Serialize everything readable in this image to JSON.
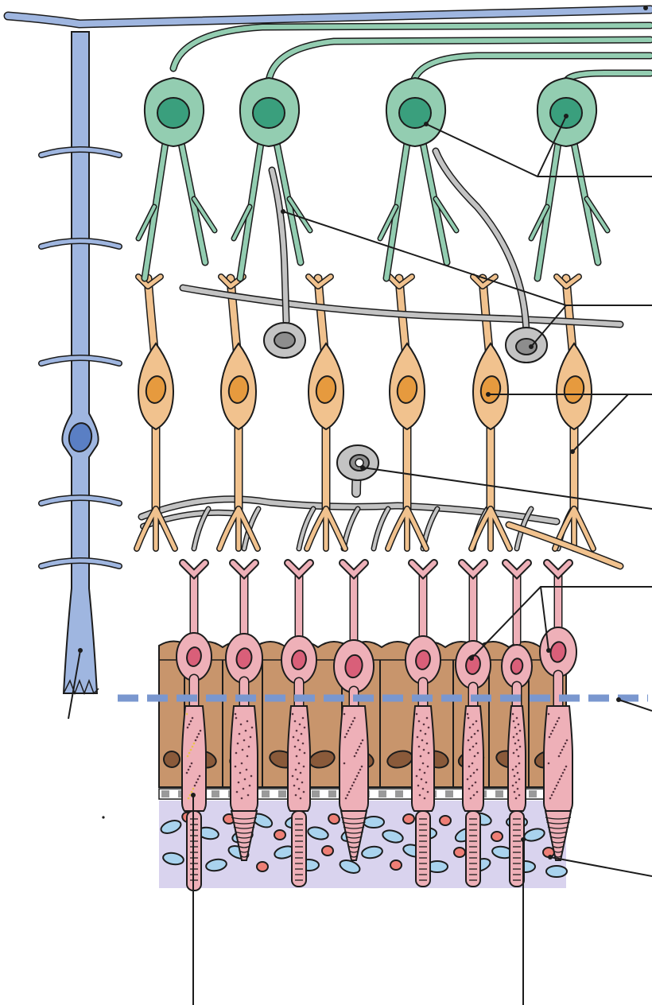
{
  "diagram": {
    "subject": "retina",
    "labels": [],
    "colors": {
      "outline": "#1c1c1c",
      "ganglion_cell": "#93cdb1",
      "ganglion_nucleus": "#3a9f7d",
      "amacrine_cell": "#c3c3c3",
      "amacrine_nucleus": "#8d8d8d",
      "bipolar_cell": "#f1c28e",
      "bipolar_nucleus": "#e69a3e",
      "photoreceptor": "#eeb0b8",
      "photoreceptor_nucleus": "#d95f79",
      "photoreceptor_granules": "#5a3440",
      "muller_cell": "#9fb6e0",
      "muller_nucleus": "#5a7fc4",
      "limiting_membrane": "#7a97cf",
      "pigment_epithelium": "#c8956c",
      "pigment_nucleus": "#8a5a3a",
      "bruch_membrane_dark": "#9a9a9a",
      "bruch_membrane_light": "#ffffff",
      "choroid": "#d9d3ee",
      "blood_cell_red": "#ee7f76",
      "blood_cell_blue": "#a9d3ee"
    },
    "counts": {
      "ganglion_cells": 4,
      "amacrine_cells": 2,
      "bipolar_cells": 6,
      "horizontal_cells": 1,
      "photoreceptors": 8,
      "pigment_cells": 10
    },
    "callouts": [
      {
        "id": "ganglion-cells"
      },
      {
        "id": "amacrine-cells"
      },
      {
        "id": "bipolar-cells"
      },
      {
        "id": "horizontal-cell"
      },
      {
        "id": "photoreceptor-nuclei"
      },
      {
        "id": "outer-limiting-membrane"
      },
      {
        "id": "pigment-epithelium"
      },
      {
        "id": "muller-cell"
      },
      {
        "id": "bruch-membrane"
      },
      {
        "id": "choroid"
      }
    ]
  }
}
